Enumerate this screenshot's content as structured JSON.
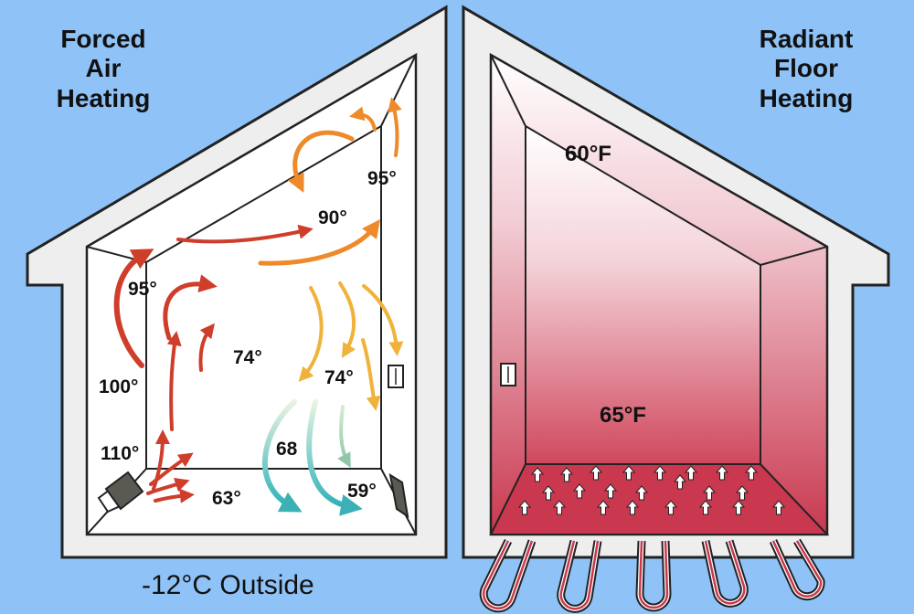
{
  "forced_air": {
    "title_lines": [
      "Forced",
      "Air",
      "Heating"
    ],
    "temps": {
      "top_right": "95°",
      "top_mid": "90°",
      "upper_left": "95°",
      "middle": "74°",
      "middle_right": "74°",
      "left_mid": "100°",
      "left_low": "110°",
      "low_mid": "68",
      "floor_left": "63°",
      "floor_right": "59°"
    }
  },
  "radiant_floor": {
    "title_lines": [
      "Radiant",
      "Floor",
      "Heating"
    ],
    "temps": {
      "ceiling": "60°F",
      "floor": "65°F"
    }
  },
  "outside_label": "-12°C Outside",
  "colors": {
    "sky": "#8fc3f7",
    "wall": "#eeeeee",
    "floor_heat": "#c9384f",
    "hot_arrow": "#cf3d2b",
    "warm_arrow": "#ee8a2a",
    "mild_arrow": "#f0b23a",
    "cool_arrow": "#3cb0b5",
    "tube": "#c9384f"
  }
}
